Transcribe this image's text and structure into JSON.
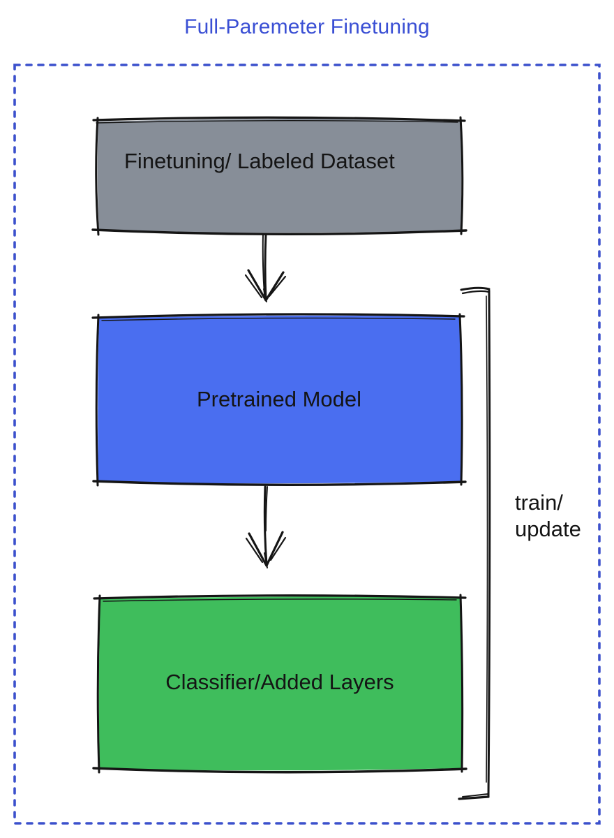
{
  "title": {
    "text": "Full-Paremeter Finetuning",
    "color": "#3a4fd4"
  },
  "canvas": {
    "background": "#ffffff",
    "boundary_dash_color": "#3b50cc",
    "ink_color": "#151515"
  },
  "boxes": {
    "dataset": {
      "label": "Finetuning/ Labeled Dataset",
      "fill": "#878e98"
    },
    "pretrained": {
      "label": "Pretrained Model",
      "fill": "#4a6ef0"
    },
    "classifier": {
      "label": "Classifier/Added Layers",
      "fill": "#3fbd5c"
    }
  },
  "bracket": {
    "label_line1": "train/",
    "label_line2": "update"
  },
  "icons": {
    "down_arrow": "↓",
    "bracket_right": "]"
  }
}
